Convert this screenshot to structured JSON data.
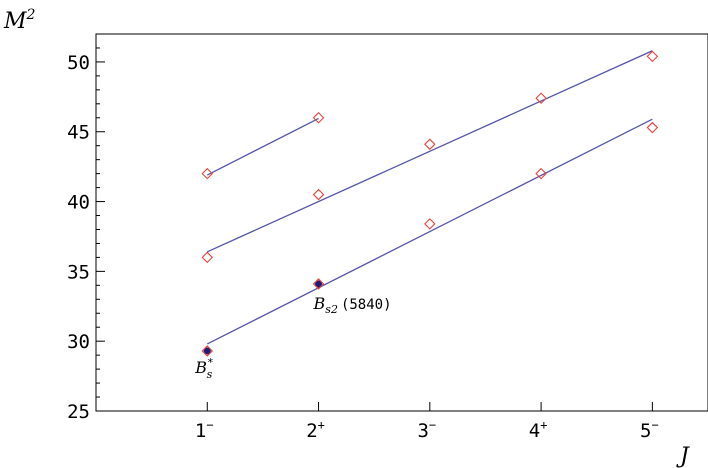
{
  "chart_data": {
    "type": "scatter",
    "xlabel": "J",
    "ylabel_base": "M",
    "ylabel_exp": "2",
    "ylim": [
      25,
      52
    ],
    "xlim": [
      0,
      5.5
    ],
    "grid": false,
    "x_categories": [
      {
        "x": 1,
        "base": "1",
        "sup": "−"
      },
      {
        "x": 2,
        "base": "2",
        "sup": "+"
      },
      {
        "x": 3,
        "base": "3",
        "sup": "−"
      },
      {
        "x": 4,
        "base": "4",
        "sup": "+"
      },
      {
        "x": 5,
        "base": "5",
        "sup": "−"
      }
    ],
    "y_ticks": [
      25,
      30,
      35,
      40,
      45,
      50
    ],
    "points": [
      {
        "x": 1,
        "y": 29.3,
        "filled": true
      },
      {
        "x": 1,
        "y": 36.0
      },
      {
        "x": 1,
        "y": 42.0
      },
      {
        "x": 2,
        "y": 34.1,
        "filled": true
      },
      {
        "x": 2,
        "y": 40.5
      },
      {
        "x": 2,
        "y": 46.0
      },
      {
        "x": 3,
        "y": 38.4
      },
      {
        "x": 3,
        "y": 44.1
      },
      {
        "x": 4,
        "y": 42.0
      },
      {
        "x": 4,
        "y": 47.4
      },
      {
        "x": 5,
        "y": 45.3
      },
      {
        "x": 5,
        "y": 50.4
      }
    ],
    "fit_lines": [
      {
        "x": [
          1,
          5
        ],
        "y": [
          29.8,
          45.9
        ]
      },
      {
        "x": [
          1,
          5
        ],
        "y": [
          36.4,
          50.8
        ]
      },
      {
        "x": [
          1,
          2
        ],
        "y": [
          41.9,
          45.95
        ]
      }
    ],
    "annotations": [
      {
        "x": 1,
        "y": 29.3,
        "main": "B",
        "sub": "s",
        "sup": "*",
        "rest": "",
        "position": "below"
      },
      {
        "x": 2,
        "y": 34.1,
        "main": "B",
        "sub": "s2",
        "sup": "",
        "rest": "(5840)",
        "position": "below-right"
      }
    ]
  }
}
